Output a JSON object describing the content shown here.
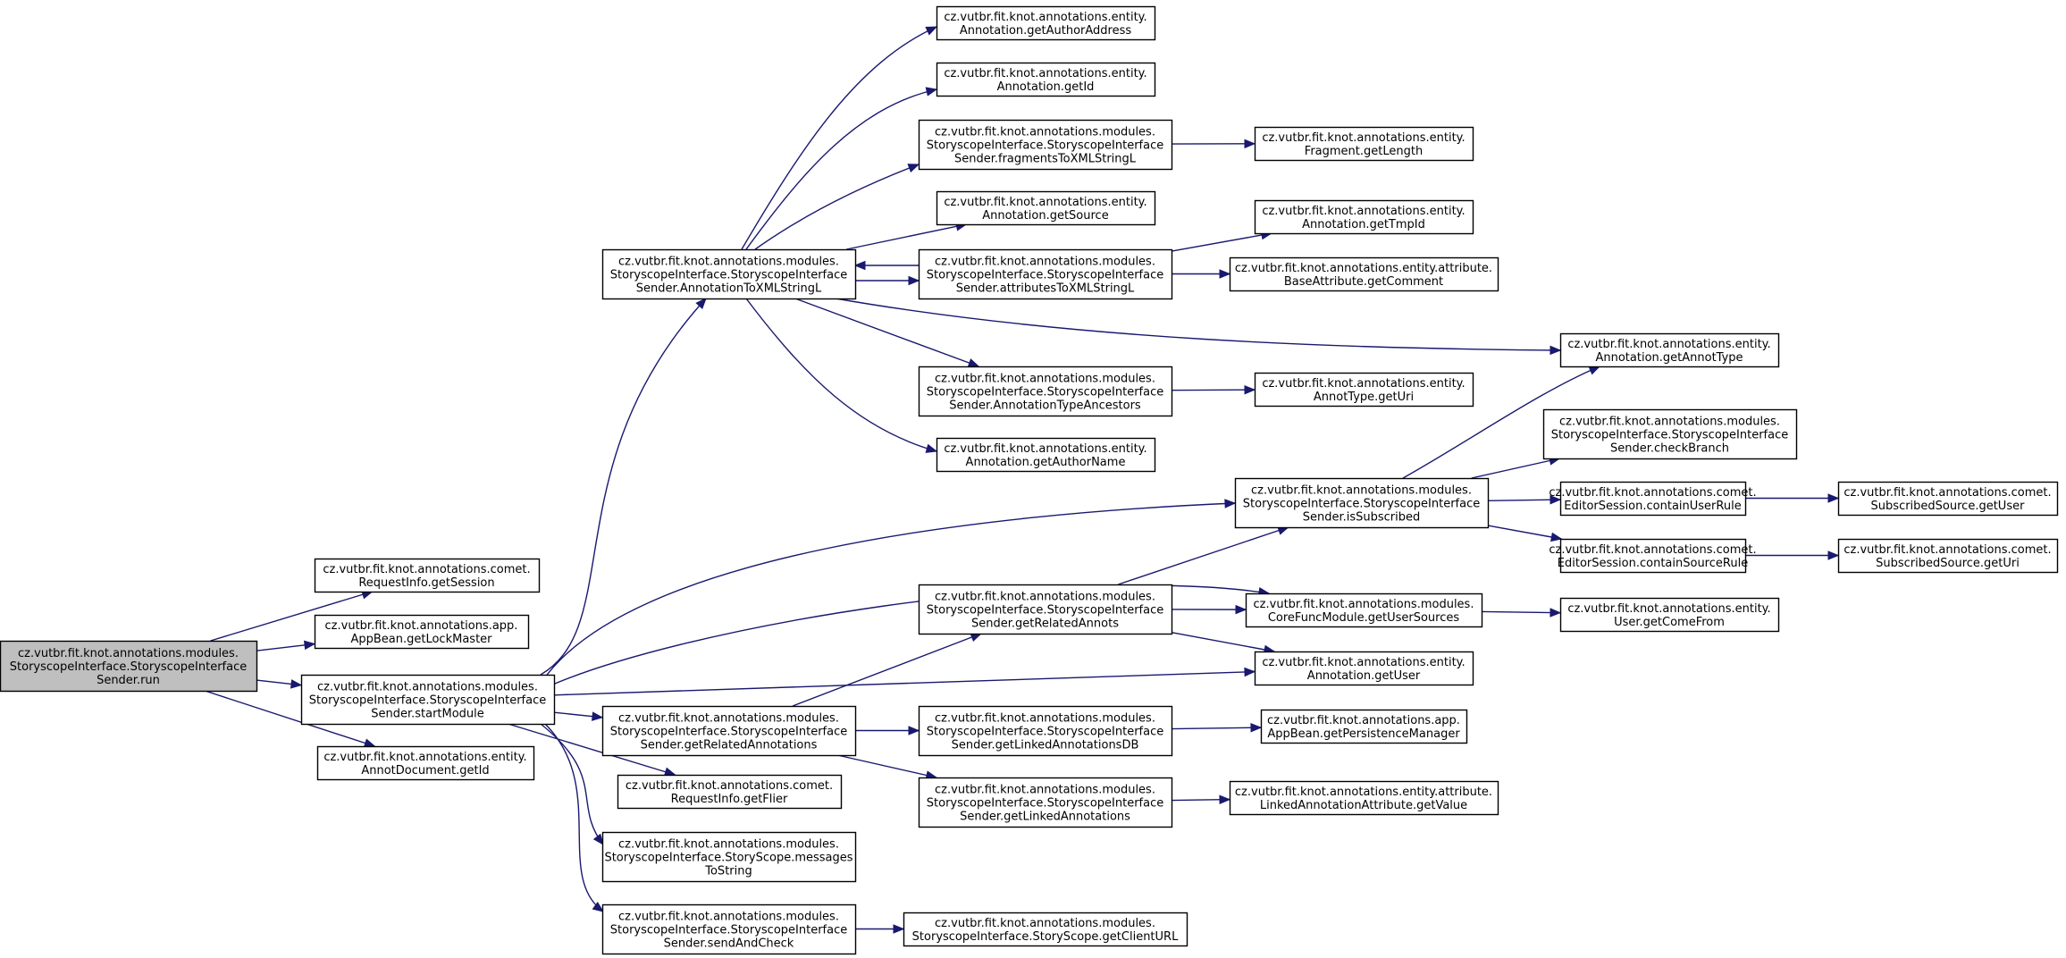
{
  "diagram": {
    "nodes": [
      {
        "id": "run",
        "lines": [
          "cz.vutbr.fit.knot.annotations.modules.",
          "StoryscopeInterface.StoryscopeInterface",
          "Sender.run"
        ],
        "highlighted": true
      },
      {
        "id": "getSession",
        "lines": [
          "cz.vutbr.fit.knot.annotations.comet.",
          "RequestInfo.getSession"
        ]
      },
      {
        "id": "getLockMaster",
        "lines": [
          "cz.vutbr.fit.knot.annotations.app.",
          "AppBean.getLockMaster"
        ]
      },
      {
        "id": "startModule",
        "lines": [
          "cz.vutbr.fit.knot.annotations.modules.",
          "StoryscopeInterface.StoryscopeInterface",
          "Sender.startModule"
        ]
      },
      {
        "id": "annotDocGetId",
        "lines": [
          "cz.vutbr.fit.knot.annotations.entity.",
          "AnnotDocument.getId"
        ]
      },
      {
        "id": "annotationToXML",
        "lines": [
          "cz.vutbr.fit.knot.annotations.modules.",
          "StoryscopeInterface.StoryscopeInterface",
          "Sender.AnnotationToXMLStringL"
        ]
      },
      {
        "id": "getAuthorAddress",
        "lines": [
          "cz.vutbr.fit.knot.annotations.entity.",
          "Annotation.getAuthorAddress"
        ]
      },
      {
        "id": "annotationGetId",
        "lines": [
          "cz.vutbr.fit.knot.annotations.entity.",
          "Annotation.getId"
        ]
      },
      {
        "id": "fragmentsToXML",
        "lines": [
          "cz.vutbr.fit.knot.annotations.modules.",
          "StoryscopeInterface.StoryscopeInterface",
          "Sender.fragmentsToXMLStringL"
        ]
      },
      {
        "id": "fragmentGetLength",
        "lines": [
          "cz.vutbr.fit.knot.annotations.entity.",
          "Fragment.getLength"
        ]
      },
      {
        "id": "getSource",
        "lines": [
          "cz.vutbr.fit.knot.annotations.entity.",
          "Annotation.getSource"
        ]
      },
      {
        "id": "attributesToXML",
        "lines": [
          "cz.vutbr.fit.knot.annotations.modules.",
          "StoryscopeInterface.StoryscopeInterface",
          "Sender.attributesToXMLStringL"
        ]
      },
      {
        "id": "getTmpId",
        "lines": [
          "cz.vutbr.fit.knot.annotations.entity.",
          "Annotation.getTmpId"
        ]
      },
      {
        "id": "getComment",
        "lines": [
          "cz.vutbr.fit.knot.annotations.entity.attribute.",
          "BaseAttribute.getComment"
        ]
      },
      {
        "id": "getAnnotType",
        "lines": [
          "cz.vutbr.fit.knot.annotations.entity.",
          "Annotation.getAnnotType"
        ]
      },
      {
        "id": "annotationTypeAncestors",
        "lines": [
          "cz.vutbr.fit.knot.annotations.modules.",
          "StoryscopeInterface.StoryscopeInterface",
          "Sender.AnnotationTypeAncestors"
        ]
      },
      {
        "id": "annotTypeGetUri",
        "lines": [
          "cz.vutbr.fit.knot.annotations.entity.",
          "AnnotType.getUri"
        ]
      },
      {
        "id": "getAuthorName",
        "lines": [
          "cz.vutbr.fit.knot.annotations.entity.",
          "Annotation.getAuthorName"
        ]
      },
      {
        "id": "checkBranch",
        "lines": [
          "cz.vutbr.fit.knot.annotations.modules.",
          "StoryscopeInterface.StoryscopeInterface",
          "Sender.checkBranch"
        ]
      },
      {
        "id": "isSubscribed",
        "lines": [
          "cz.vutbr.fit.knot.annotations.modules.",
          "StoryscopeInterface.StoryscopeInterface",
          "Sender.isSubscribed"
        ]
      },
      {
        "id": "containUserRule",
        "lines": [
          "cz.vutbr.fit.knot.annotations.comet.",
          "EditorSession.containUserRule"
        ]
      },
      {
        "id": "subscribedGetUser",
        "lines": [
          "cz.vutbr.fit.knot.annotations.comet.",
          "SubscribedSource.getUser"
        ]
      },
      {
        "id": "containSourceRule",
        "lines": [
          "cz.vutbr.fit.knot.annotations.comet.",
          "EditorSession.containSourceRule"
        ]
      },
      {
        "id": "subscribedGetUri",
        "lines": [
          "cz.vutbr.fit.knot.annotations.comet.",
          "SubscribedSource.getUri"
        ]
      },
      {
        "id": "getRelatedAnnots",
        "lines": [
          "cz.vutbr.fit.knot.annotations.modules.",
          "StoryscopeInterface.StoryscopeInterface",
          "Sender.getRelatedAnnots"
        ]
      },
      {
        "id": "getUserSources",
        "lines": [
          "cz.vutbr.fit.knot.annotations.modules.",
          "CoreFuncModule.getUserSources"
        ]
      },
      {
        "id": "userGetComeFrom",
        "lines": [
          "cz.vutbr.fit.knot.annotations.entity.",
          "User.getComeFrom"
        ]
      },
      {
        "id": "annotationGetUser",
        "lines": [
          "cz.vutbr.fit.knot.annotations.entity.",
          "Annotation.getUser"
        ]
      },
      {
        "id": "getRelatedAnnotations",
        "lines": [
          "cz.vutbr.fit.knot.annotations.modules.",
          "StoryscopeInterface.StoryscopeInterface",
          "Sender.getRelatedAnnotations"
        ]
      },
      {
        "id": "getLinkedAnnotationsDB",
        "lines": [
          "cz.vutbr.fit.knot.annotations.modules.",
          "StoryscopeInterface.StoryscopeInterface",
          "Sender.getLinkedAnnotationsDB"
        ]
      },
      {
        "id": "getPersistenceManager",
        "lines": [
          "cz.vutbr.fit.knot.annotations.app.",
          "AppBean.getPersistenceManager"
        ]
      },
      {
        "id": "getLinkedAnnotations",
        "lines": [
          "cz.vutbr.fit.knot.annotations.modules.",
          "StoryscopeInterface.StoryscopeInterface",
          "Sender.getLinkedAnnotations"
        ]
      },
      {
        "id": "linkedGetValue",
        "lines": [
          "cz.vutbr.fit.knot.annotations.entity.attribute.",
          "LinkedAnnotationAttribute.getValue"
        ]
      },
      {
        "id": "getFlier",
        "lines": [
          "cz.vutbr.fit.knot.annotations.comet.",
          "RequestInfo.getFlier"
        ]
      },
      {
        "id": "messagesToString",
        "lines": [
          "cz.vutbr.fit.knot.annotations.modules.",
          "StoryscopeInterface.StoryScope.messages",
          "ToString"
        ]
      },
      {
        "id": "sendAndCheck",
        "lines": [
          "cz.vutbr.fit.knot.annotations.modules.",
          "StoryscopeInterface.StoryscopeInterface",
          "Sender.sendAndCheck"
        ]
      },
      {
        "id": "getClientURL",
        "lines": [
          "cz.vutbr.fit.knot.annotations.modules.",
          "StoryscopeInterface.StoryScope.getClientURL"
        ]
      }
    ],
    "edges": [
      [
        "run",
        "getSession"
      ],
      [
        "run",
        "getLockMaster"
      ],
      [
        "run",
        "startModule"
      ],
      [
        "run",
        "annotDocGetId"
      ],
      [
        "startModule",
        "annotationToXML"
      ],
      [
        "startModule",
        "isSubscribed"
      ],
      [
        "startModule",
        "getUserSources"
      ],
      [
        "startModule",
        "annotationGetUser"
      ],
      [
        "startModule",
        "getRelatedAnnotations"
      ],
      [
        "startModule",
        "getFlier"
      ],
      [
        "startModule",
        "messagesToString"
      ],
      [
        "startModule",
        "sendAndCheck"
      ],
      [
        "annotationToXML",
        "getAuthorAddress"
      ],
      [
        "annotationToXML",
        "annotationGetId"
      ],
      [
        "annotationToXML",
        "fragmentsToXML"
      ],
      [
        "annotationToXML",
        "getSource"
      ],
      [
        "annotationToXML",
        "attributesToXML"
      ],
      [
        "annotationToXML",
        "getAnnotType"
      ],
      [
        "annotationToXML",
        "annotationTypeAncestors"
      ],
      [
        "annotationToXML",
        "getAuthorName"
      ],
      [
        "attributesToXML",
        "annotationToXML"
      ],
      [
        "attributesToXML",
        "getTmpId"
      ],
      [
        "attributesToXML",
        "getComment"
      ],
      [
        "fragmentsToXML",
        "fragmentGetLength"
      ],
      [
        "annotationTypeAncestors",
        "annotTypeGetUri"
      ],
      [
        "isSubscribed",
        "getAnnotType"
      ],
      [
        "isSubscribed",
        "checkBranch"
      ],
      [
        "isSubscribed",
        "containUserRule"
      ],
      [
        "isSubscribed",
        "containSourceRule"
      ],
      [
        "containUserRule",
        "subscribedGetUser"
      ],
      [
        "containSourceRule",
        "subscribedGetUri"
      ],
      [
        "getRelatedAnnots",
        "isSubscribed"
      ],
      [
        "getRelatedAnnots",
        "getUserSources"
      ],
      [
        "getRelatedAnnots",
        "annotationGetUser"
      ],
      [
        "getUserSources",
        "userGetComeFrom"
      ],
      [
        "getRelatedAnnotations",
        "getRelatedAnnots"
      ],
      [
        "getRelatedAnnotations",
        "getLinkedAnnotationsDB"
      ],
      [
        "getRelatedAnnotations",
        "getLinkedAnnotations"
      ],
      [
        "getLinkedAnnotationsDB",
        "getPersistenceManager"
      ],
      [
        "getLinkedAnnotations",
        "linkedGetValue"
      ],
      [
        "sendAndCheck",
        "getClientURL"
      ]
    ]
  }
}
